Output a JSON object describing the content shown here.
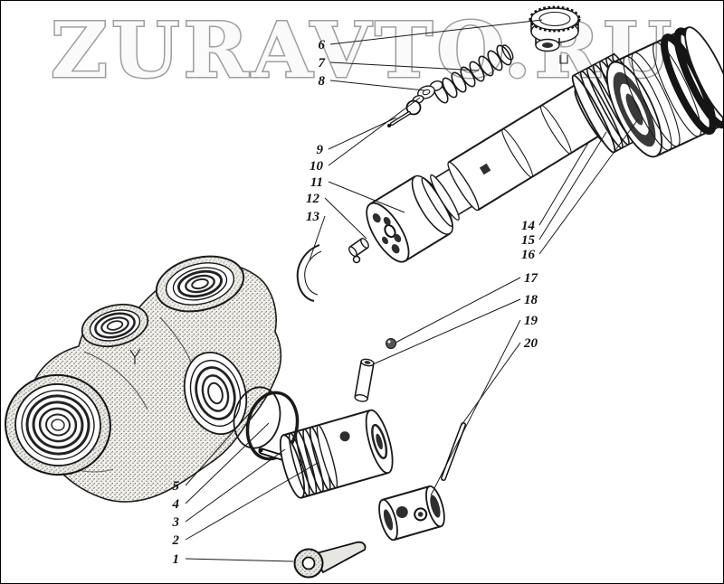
{
  "watermark": {
    "text": "ZURAVTO.RU",
    "color": "#8f8f8f"
  },
  "colors": {
    "ink": "#1a1a1a",
    "paper": "#ffffff"
  },
  "figure": {
    "kind": "exploded-parts-diagram"
  },
  "callouts": [
    {
      "n": "1"
    },
    {
      "n": "2"
    },
    {
      "n": "3"
    },
    {
      "n": "4"
    },
    {
      "n": "5"
    },
    {
      "n": "6"
    },
    {
      "n": "7"
    },
    {
      "n": "8"
    },
    {
      "n": "9"
    },
    {
      "n": "10"
    },
    {
      "n": "11"
    },
    {
      "n": "12"
    },
    {
      "n": "13"
    },
    {
      "n": "14"
    },
    {
      "n": "15"
    },
    {
      "n": "16"
    },
    {
      "n": "17"
    },
    {
      "n": "18"
    },
    {
      "n": "19"
    },
    {
      "n": "20"
    }
  ]
}
